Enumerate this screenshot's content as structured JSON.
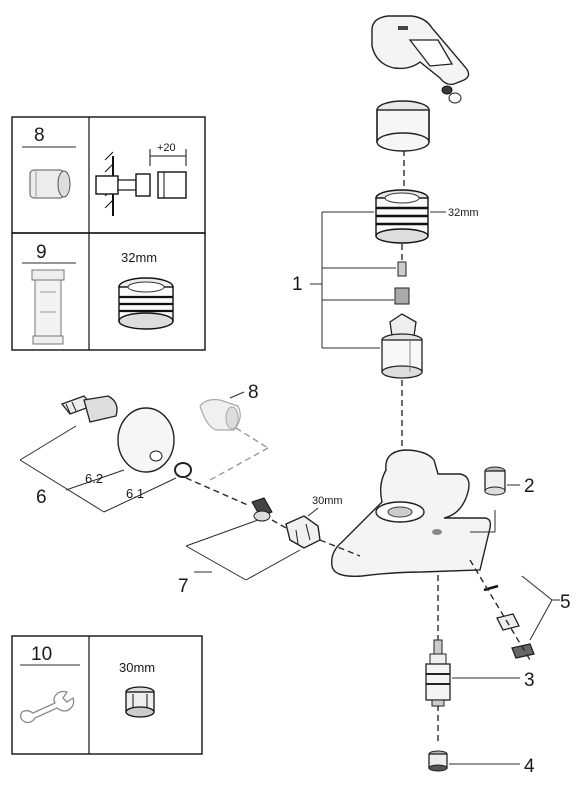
{
  "legend_boxes": {
    "box8": {
      "number": "8",
      "dimension": "+20"
    },
    "box9": {
      "number": "9",
      "size": "32mm"
    },
    "box10": {
      "number": "10",
      "size": "30mm"
    }
  },
  "callouts": {
    "c1": "1",
    "c2": "2",
    "c3": "3",
    "c4": "4",
    "c5": "5",
    "c6": "6",
    "c7": "7",
    "c8": "8",
    "sub62": "6.2",
    "sub61": "6.1",
    "cartridge_size": "32mm",
    "nut_size": "30mm"
  },
  "icons": [
    "wrench-icon",
    "extension-nipple-icon",
    "cartridge-icon",
    "nut-icon",
    "s-union-icon",
    "rosette-icon",
    "handle-icon"
  ]
}
